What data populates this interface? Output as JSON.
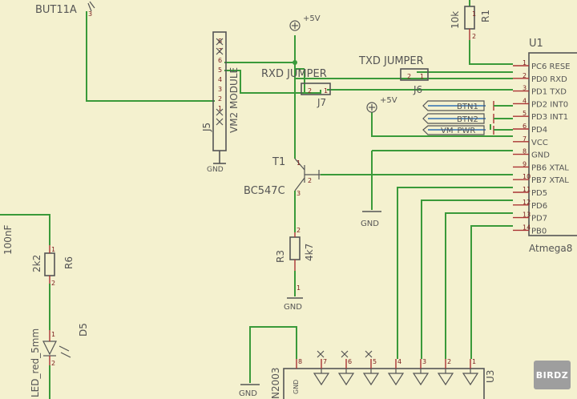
{
  "components": {
    "but11a": {
      "name": "BUT11A",
      "pin": "3"
    },
    "r1": {
      "name": "R1",
      "value": "10k",
      "pin_top": "1",
      "pin_bottom": "2"
    },
    "u1": {
      "name": "U1",
      "part": "Atmega8",
      "pins": [
        {
          "num": "1",
          "label": "PC6 RESE"
        },
        {
          "num": "2",
          "label": "PD0 RXD"
        },
        {
          "num": "3",
          "label": "PD1 TXD"
        },
        {
          "num": "4",
          "label": "PD2 INT0"
        },
        {
          "num": "5",
          "label": "PD3 INT1"
        },
        {
          "num": "6",
          "label": "PD4"
        },
        {
          "num": "7",
          "label": "VCC"
        },
        {
          "num": "8",
          "label": "GND"
        },
        {
          "num": "9",
          "label": "PB6 XTAL"
        },
        {
          "num": "10",
          "label": "PB7 XTAL"
        },
        {
          "num": "11",
          "label": "PD5"
        },
        {
          "num": "12",
          "label": "PD6"
        },
        {
          "num": "13",
          "label": "PD7"
        },
        {
          "num": "14",
          "label": "PB0"
        }
      ]
    },
    "j5": {
      "name": "J5",
      "module": "VM2 MODULE",
      "pins": [
        "8",
        "7",
        "6",
        "5",
        "4",
        "3",
        "2",
        "1"
      ],
      "gnd": "GND"
    },
    "j7": {
      "name": "J7",
      "label": "RXD JUMPER",
      "pin_a": "2",
      "pin_b": "1"
    },
    "j6": {
      "name": "J6",
      "label": "TXD JUMPER",
      "pin_a": "2",
      "pin_b": "1"
    },
    "t1": {
      "name": "T1",
      "part": "BC547C",
      "pin_c": "1",
      "pin_b": "2",
      "pin_e": "3"
    },
    "r3": {
      "name": "R3",
      "value": "4k7",
      "pin_top": "2",
      "pin_bottom": "1",
      "gnd": "GND"
    },
    "r6": {
      "name": "R6",
      "value": "2k2",
      "pin_top": "1",
      "pin_bottom": "2"
    },
    "d5": {
      "name": "D5",
      "part": "LED_red_5mm",
      "pin_top": "1",
      "pin_bottom": "2"
    },
    "cap": {
      "value": "100nF"
    },
    "u3": {
      "name": "U3",
      "part_partial": "N2003",
      "gnd": "GND",
      "pins": [
        "8",
        "7",
        "6",
        "5",
        "4",
        "3",
        "2",
        "1"
      ]
    },
    "supplies": {
      "vcc1": "+5V",
      "vcc2": "+5V",
      "gnd_mid": "GND",
      "gnd_u3": "GND"
    },
    "nets": {
      "btn1": "BTN1",
      "btn2": "BTN2",
      "vm_pwr": "VM_PWR"
    }
  },
  "watermark": "BIRDZ",
  "colors": {
    "background": "#f4f1cf",
    "wire": "#3a9a3a",
    "bus": "#2f6fb3",
    "pin": "#a33333",
    "body": "#555555"
  }
}
